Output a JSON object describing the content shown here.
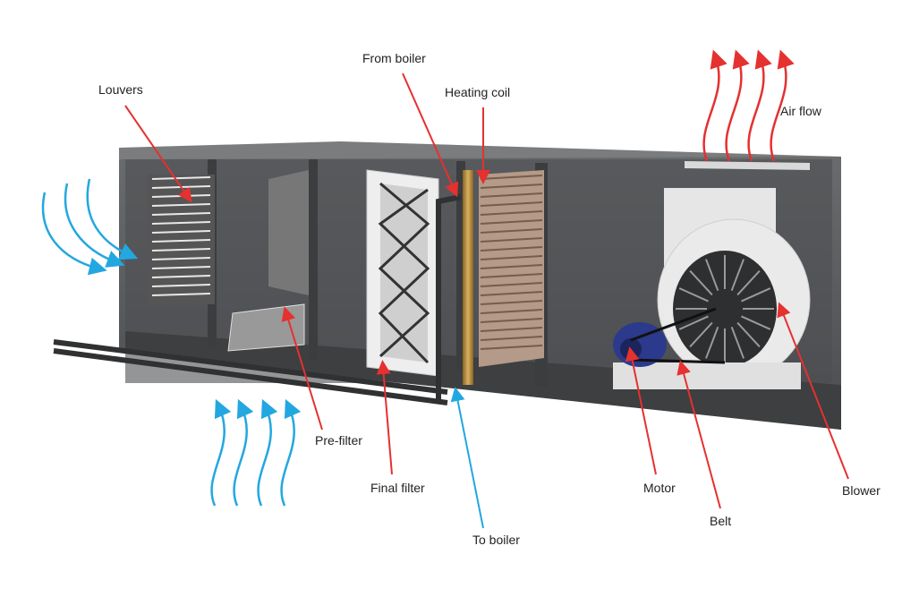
{
  "labels": {
    "louvers": "Louvers",
    "from_boiler": "From boiler",
    "heating_coil": "Heating coil",
    "air_flow": "Air flow",
    "pre_filter": "Pre-filter",
    "final_filter": "Final filter",
    "to_boiler": "To boiler",
    "motor": "Motor",
    "belt": "Belt",
    "blower": "Blower"
  },
  "colors": {
    "hot_arrow": "#e5312f",
    "cold_arrow": "#23a7e0",
    "housing": "#5c5e60",
    "housing_dark": "#3d3f41",
    "pipe_copper": "#b88a3c",
    "motor_blue": "#2b3a8c"
  }
}
